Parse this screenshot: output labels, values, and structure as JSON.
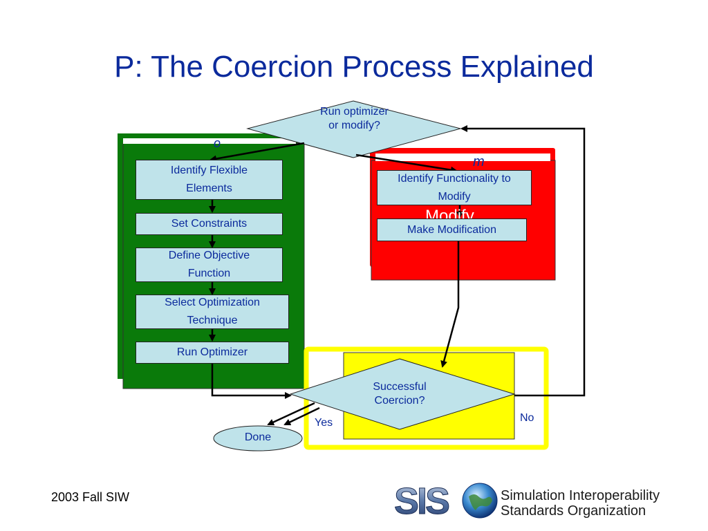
{
  "slide": {
    "title": "P:  The Coercion Process Explained",
    "footer": "2003 Fall SIW"
  },
  "optimizer_panel": {
    "label": "o",
    "steps": [
      "Identify Flexible Elements",
      "Set Constraints",
      "Define Objective Function",
      "Select Optimization Technique",
      "Run Optimizer"
    ]
  },
  "modify_panel": {
    "label": "m",
    "watermark": "Modify",
    "steps": [
      "Identify Functionality to Modify",
      "Make Modification"
    ]
  },
  "decisions": {
    "top": "Run optimizer or modify?",
    "bottom": "Successful Coercion?",
    "yes_label": "Yes",
    "no_label": "No"
  },
  "terminal": {
    "done": "Done"
  },
  "logo": {
    "acronym": "SISO",
    "line1": "Simulation Interoperability",
    "line2": "Standards Organization"
  },
  "colors": {
    "title_blue": "#0b2a9c",
    "green_panel": "#0a7a0a",
    "red_panel": "#ff0000",
    "yellow_panel": "#ffff00",
    "box_fill": "#bfe3ea"
  }
}
